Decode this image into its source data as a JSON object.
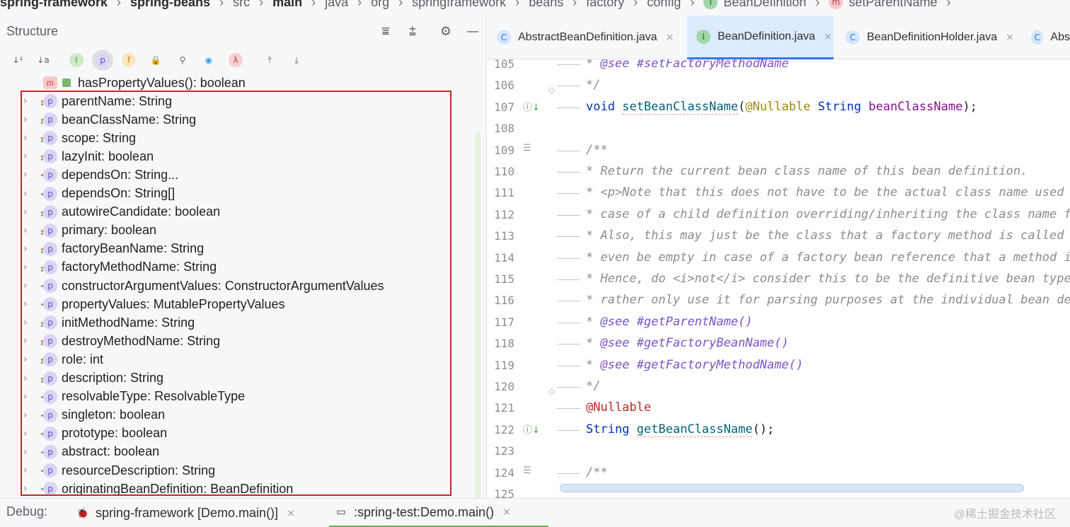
{
  "breadcrumb": [
    {
      "label": "spring-framework",
      "bold": true
    },
    {
      "label": "spring-beans",
      "bold": true
    },
    {
      "label": "src"
    },
    {
      "label": "main",
      "bold": true
    },
    {
      "label": "java"
    },
    {
      "label": "org"
    },
    {
      "label": "springframework"
    },
    {
      "label": "beans"
    },
    {
      "label": "factory"
    },
    {
      "label": "config"
    },
    {
      "label": "BeanDefinition",
      "badge": "I",
      "badge_type": "i"
    },
    {
      "label": "setParentName",
      "badge": "m",
      "badge_type": "m"
    }
  ],
  "structure": {
    "title": "Structure",
    "header_icons": [
      "expand-all-icon",
      "collapse-all-icon",
      "gear-icon",
      "minimize-icon"
    ],
    "toolbar": [
      {
        "name": "sort-by-visibility-icon",
        "glyph": "↓²"
      },
      {
        "name": "sort-alphabetically-icon",
        "glyph": "↓a"
      },
      {
        "name": "show-inherited-icon",
        "glyph": "I",
        "color": "#4b9a4b",
        "bg": "#cfe9c7"
      },
      {
        "name": "show-properties-icon",
        "glyph": "p",
        "color": "#6b4fbf",
        "bg": "#dcd3f5",
        "active": true
      },
      {
        "name": "show-fields-icon",
        "glyph": "f",
        "color": "#b9882a",
        "bg": "#fae7bd"
      },
      {
        "name": "show-non-public-icon",
        "glyph": "🔒",
        "color": "#e0883a"
      },
      {
        "name": "show-lambdas-icon",
        "glyph": "⚲"
      },
      {
        "name": "show-anonymous-icon",
        "glyph": "◉",
        "color": "#3aa0e0"
      },
      {
        "name": "show-lambda-icon",
        "glyph": "λ",
        "color": "#c04a4a",
        "bg": "#f8d0d0"
      },
      {
        "name": "navigate-up-icon",
        "glyph": "⤒"
      },
      {
        "name": "navigate-down-icon",
        "glyph": "⤓"
      }
    ],
    "method_row": {
      "badge": "m",
      "label": "hasPropertyValues(): boolean"
    },
    "properties": [
      {
        "label": "parentName: String",
        "dots": [
          "#e06c3a",
          "#6aa84f"
        ]
      },
      {
        "label": "beanClassName: String",
        "dots": [
          "#e06c3a",
          "#6aa84f"
        ]
      },
      {
        "label": "scope: String",
        "dots": [
          "#e06c3a",
          "#6aa84f"
        ]
      },
      {
        "label": "lazyInit: boolean",
        "dots": [
          "#e06c3a",
          "#6aa84f"
        ]
      },
      {
        "label": "dependsOn: String...",
        "dots": [
          "#e06c3a"
        ]
      },
      {
        "label": "dependsOn: String[]",
        "dots": [
          "#6aa84f"
        ]
      },
      {
        "label": "autowireCandidate: boolean",
        "dots": [
          "#e06c3a",
          "#6aa84f"
        ]
      },
      {
        "label": "primary: boolean",
        "dots": [
          "#e06c3a",
          "#6aa84f"
        ]
      },
      {
        "label": "factoryBeanName: String",
        "dots": [
          "#e06c3a",
          "#6aa84f"
        ]
      },
      {
        "label": "factoryMethodName: String",
        "dots": [
          "#e06c3a",
          "#6aa84f"
        ]
      },
      {
        "label": "constructorArgumentValues: ConstructorArgumentValues",
        "dots": [
          "#6aa84f"
        ]
      },
      {
        "label": "propertyValues: MutablePropertyValues",
        "dots": [
          "#6aa84f"
        ]
      },
      {
        "label": "initMethodName: String",
        "dots": [
          "#e06c3a",
          "#6aa84f"
        ]
      },
      {
        "label": "destroyMethodName: String",
        "dots": [
          "#e06c3a",
          "#6aa84f"
        ]
      },
      {
        "label": "role: int",
        "dots": [
          "#e06c3a",
          "#6aa84f"
        ]
      },
      {
        "label": "description: String",
        "dots": [
          "#e06c3a",
          "#6aa84f"
        ]
      },
      {
        "label": "resolvableType: ResolvableType",
        "dots": [
          "#6aa84f"
        ]
      },
      {
        "label": "singleton: boolean",
        "dots": [
          "#6aa84f"
        ]
      },
      {
        "label": "prototype: boolean",
        "dots": [
          "#6aa84f"
        ]
      },
      {
        "label": "abstract: boolean",
        "dots": [
          "#6aa84f"
        ]
      },
      {
        "label": "resourceDescription: String",
        "dots": [
          "#6aa84f"
        ]
      },
      {
        "label": "originatingBeanDefinition: BeanDefinition",
        "dots": [
          "#6aa84f"
        ]
      }
    ]
  },
  "tabs": [
    {
      "label": "AbstractBeanDefinition.java",
      "icon": "C",
      "icon_type": "c",
      "active": false,
      "closable": true
    },
    {
      "label": "BeanDefinition.java",
      "icon": "I",
      "icon_type": "i",
      "active": true,
      "closable": true
    },
    {
      "label": "BeanDefinitionHolder.java",
      "icon": "C",
      "icon_type": "c",
      "active": false,
      "closable": true
    },
    {
      "label": "Abs",
      "icon": "C",
      "icon_type": "c",
      "active": false,
      "closable": false
    }
  ],
  "code_lines": [
    {
      "num": "105",
      "html": "<span class='cm'>* </span><span class='tag'>@see</span><span class='cm'> </span><span class='tag'>#setFactoryMethodName</span>",
      "indent": true
    },
    {
      "num": "106",
      "html": "<span class='cm'>*/</span>",
      "indent": true,
      "fold": true
    },
    {
      "num": "107",
      "html": "<span class='kw'>void</span> <span class='fn sq'>setBeanClassName</span>(<span class='ann'>@Nullable</span> <span class='kw'>String</span> <span class='prm'>beanClassName</span>);",
      "indent": true,
      "gutter": "impl"
    },
    {
      "num": "108",
      "html": ""
    },
    {
      "num": "109",
      "html": "<span class='cm'>/**</span>",
      "indent": true,
      "gutter": "doc"
    },
    {
      "num": "110",
      "html": "<span class='cm'>* Return the current bean class name of this bean definition.</span>",
      "indent": true
    },
    {
      "num": "111",
      "html": "<span class='cm'>* &lt;p&gt;Note that this does not have to be the actual class name used</span>",
      "indent": true
    },
    {
      "num": "112",
      "html": "<span class='cm'>* case of a child definition overriding/inheriting the class name f</span>",
      "indent": true
    },
    {
      "num": "113",
      "html": "<span class='cm'>* Also, this may just be the class that a factory method is called</span>",
      "indent": true
    },
    {
      "num": "114",
      "html": "<span class='cm'>* even be empty in case of a factory bean reference that a method i</span>",
      "indent": true
    },
    {
      "num": "115",
      "html": "<span class='cm'>* Hence, do &lt;i&gt;not&lt;/i&gt; consider this to be the definitive bean type</span>",
      "indent": true
    },
    {
      "num": "116",
      "html": "<span class='cm'>* rather only use it for parsing purposes at the individual bean de</span>",
      "indent": true
    },
    {
      "num": "117",
      "html": "<span class='cm'>* </span><span class='tag'>@see</span><span class='cm'> </span><span class='tag'>#getParentName()</span>",
      "indent": true
    },
    {
      "num": "118",
      "html": "<span class='cm'>* </span><span class='tag'>@see</span><span class='cm'> </span><span class='tag'>#getFactoryBeanName()</span>",
      "indent": true
    },
    {
      "num": "119",
      "html": "<span class='cm'>* </span><span class='tag'>@see</span><span class='cm'> </span><span class='tag'>#getFactoryMethodName()</span>",
      "indent": true
    },
    {
      "num": "120",
      "html": "<span class='cm'>*/</span>",
      "indent": true,
      "fold": true
    },
    {
      "num": "121",
      "html": "<span class='ann2'>@Nullable</span>",
      "indent": true
    },
    {
      "num": "122",
      "html": "<span class='kw'>String</span> <span class='fn sq'>getBeanClassName</span>();",
      "indent": true,
      "gutter": "impl"
    },
    {
      "num": "123",
      "html": ""
    },
    {
      "num": "124",
      "html": "<span class='cm'>/**</span>",
      "indent": true,
      "gutter": "doc"
    },
    {
      "num": "125",
      "html": ""
    }
  ],
  "debug": {
    "label": "Debug:",
    "tabs": [
      {
        "label": "spring-framework [Demo.main()]",
        "icon": "🐞",
        "selected": false
      },
      {
        "label": ":spring-test:Demo.main()",
        "icon": "▭",
        "selected": true
      }
    ],
    "watermark": "@稀土掘金技术社区"
  }
}
